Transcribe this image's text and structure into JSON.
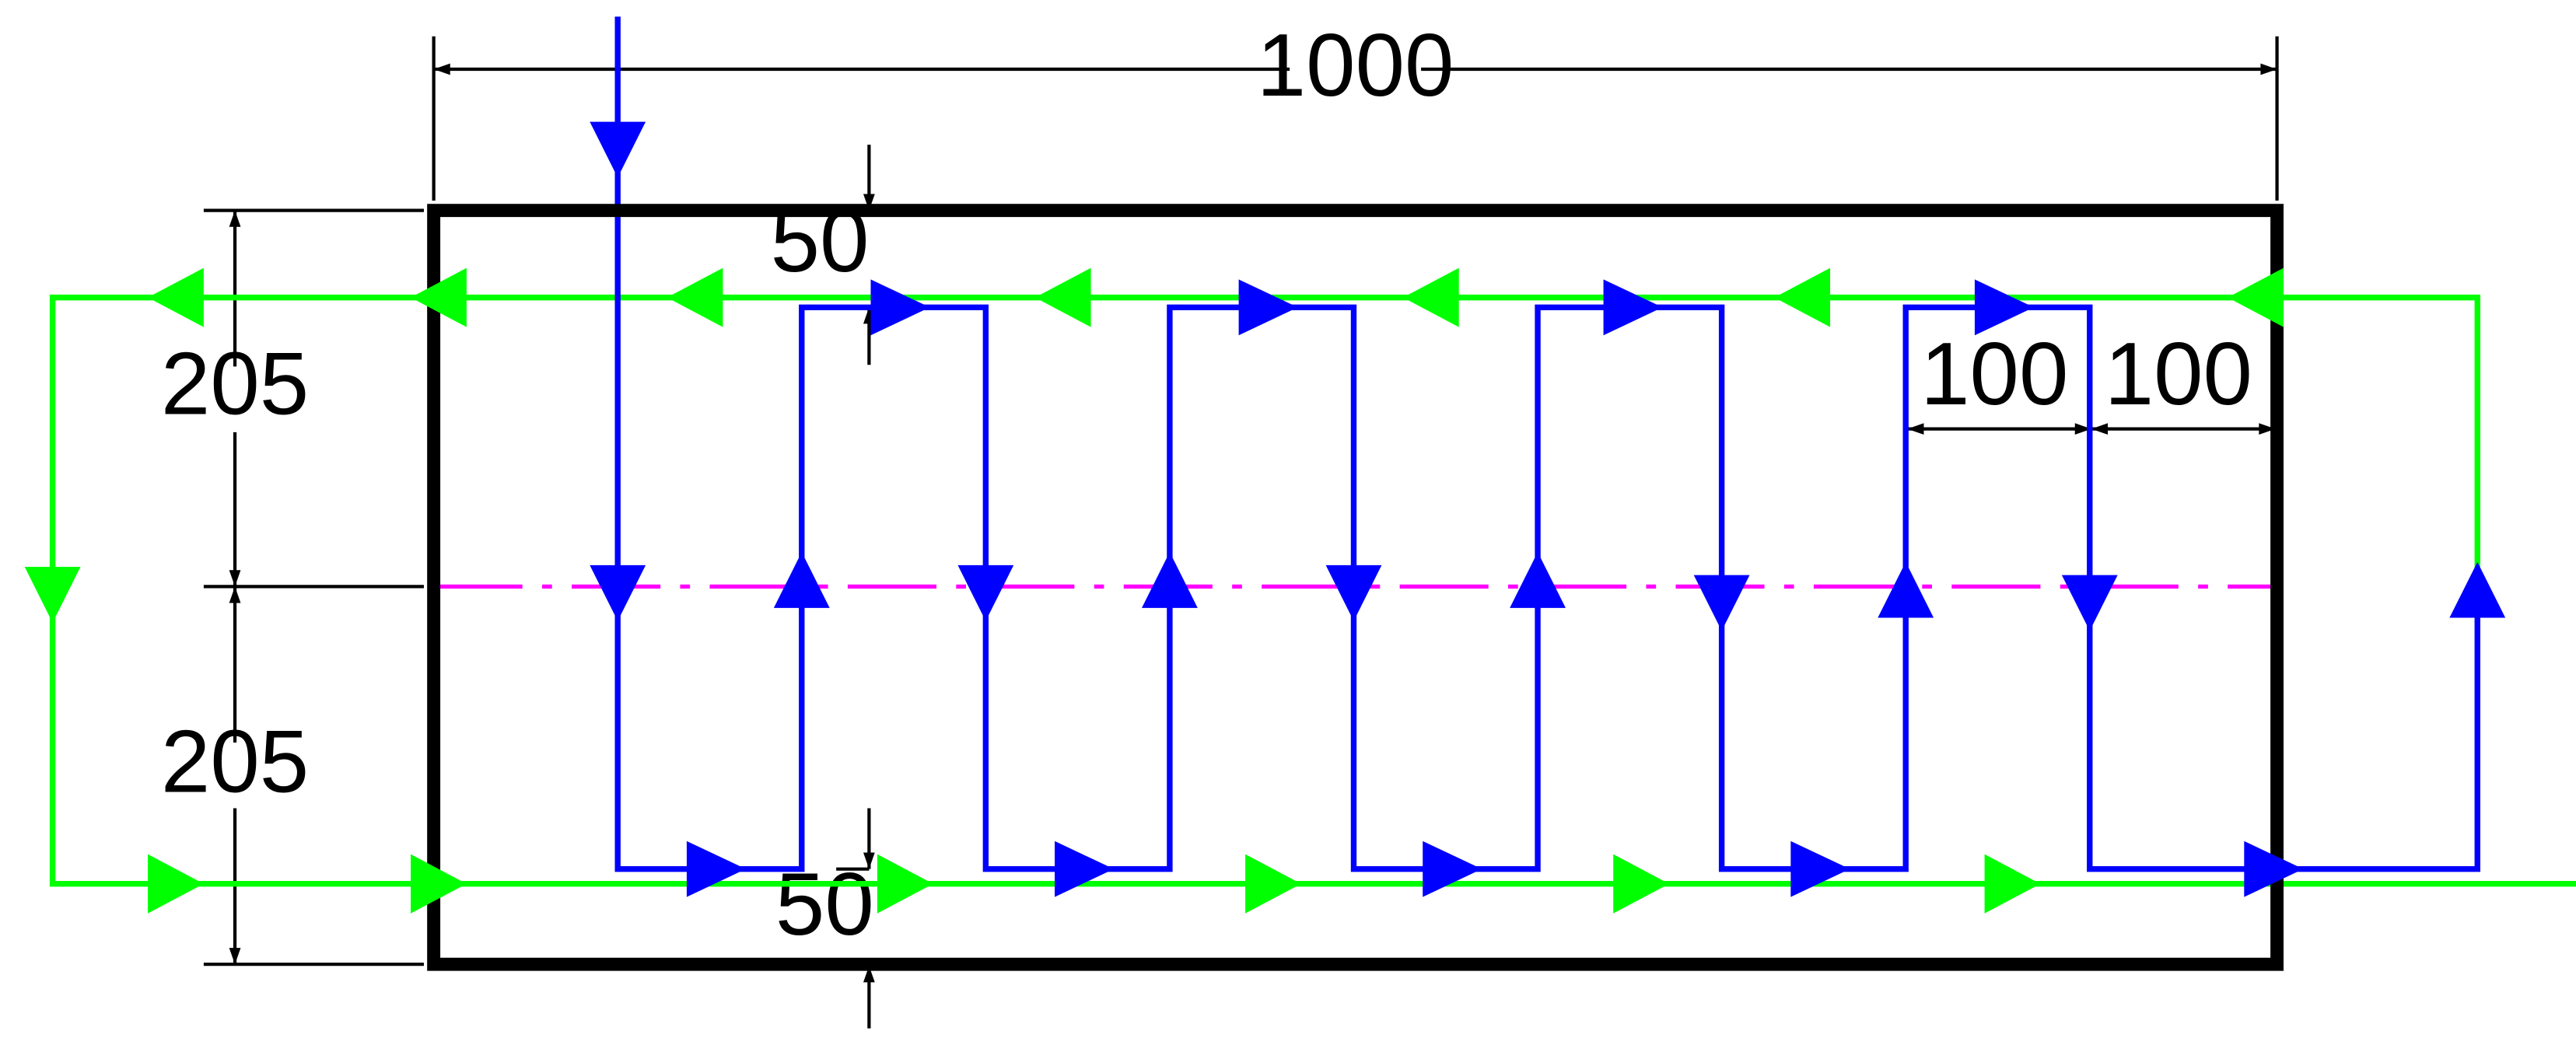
{
  "dimensions": {
    "total_length": "1000",
    "upper_height": "205",
    "lower_height": "205",
    "top_offset": "50",
    "bottom_offset": "50",
    "spacing_inner": "100",
    "spacing_edge": "100"
  },
  "colors": {
    "frame": "#000000",
    "serpentine_flow": "#0000ff",
    "loop_flow": "#00ff00",
    "center_line": "#ff00ff",
    "dimension": "#000000"
  },
  "icons": {
    "flow_arrow": "filled-triangle-arrow-icon",
    "dimension_arrow": "dimension-arrowhead-icon"
  }
}
